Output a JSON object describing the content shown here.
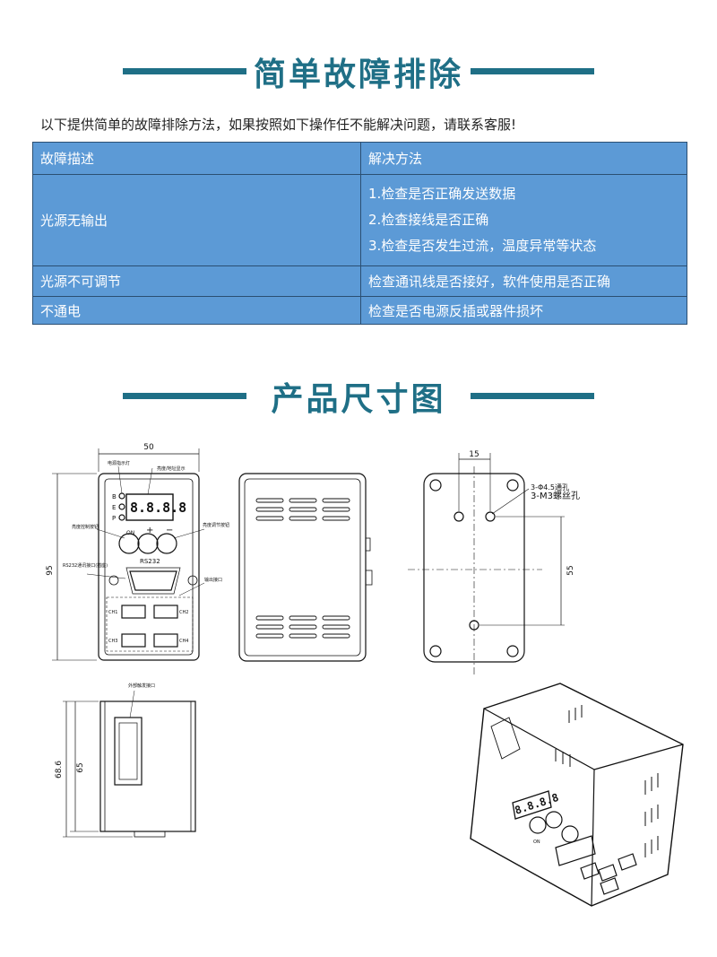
{
  "troubleshooting": {
    "title": "简单故障排除",
    "intro": "以下提供简单的故障排除方法，如果按照如下操作任不能解决问题，请联系客服!",
    "header": [
      "故障描述",
      "解决方法"
    ],
    "rows": [
      {
        "problem": "光源无输出",
        "solutions": [
          "1.检查是否正确发送数据",
          "2.检查接线是否正确",
          "3.检查是否发生过流，温度异常等状态"
        ]
      },
      {
        "problem": "光源不可调节",
        "solutions": [
          "检查通讯线是否接好，软件使用是否正确"
        ]
      },
      {
        "problem": "不通电",
        "solutions": [
          "检查是否电源反插或器件损坏"
        ]
      }
    ]
  },
  "dimensions": {
    "title": "产品尺寸图",
    "front": {
      "width": "50",
      "height": "95",
      "display": "8.8.8.8",
      "leds": [
        "B",
        "E",
        "P"
      ],
      "port": "RS232",
      "on_label": "ON",
      "plus": "+",
      "minus": "−",
      "channels": [
        "CH1",
        "CH2",
        "CH3",
        "CH4"
      ],
      "callouts": [
        "电源指示灯",
        "亮度/地址显示",
        "亮度控制按钮",
        "亮度调节按钮",
        "RS232通讯接口(插座)",
        "输出接口"
      ]
    },
    "back": {
      "offset": "15",
      "spacing": "55",
      "holes": "3-M3螺丝孔",
      "holes_overlap": "3-Φ4.5通孔"
    },
    "side": {
      "height_outer": "68.6",
      "height_inner": "65",
      "callout": "外部触发接口"
    },
    "iso": {
      "display": "8.8.8.8",
      "on_label": "ON"
    },
    "colors": {
      "accent": "#1f6f86",
      "table": "#5c9ad6"
    }
  }
}
